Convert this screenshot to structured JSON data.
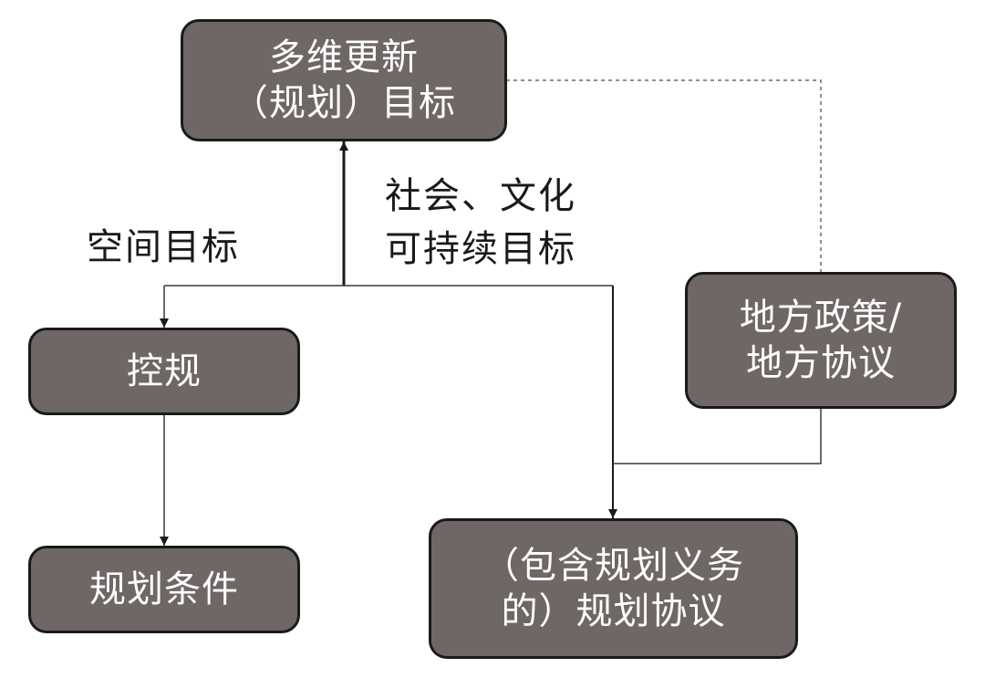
{
  "diagram": {
    "nodes": {
      "goal": {
        "lines": [
          "多维更新",
          "（规划）目标"
        ]
      },
      "control": {
        "lines": [
          "控规"
        ]
      },
      "conditions": {
        "lines": [
          "规划条件"
        ]
      },
      "agreement": {
        "lines": [
          "（包含规划义务",
          "的）规划协议"
        ]
      },
      "local_policy": {
        "lines": [
          "地方政策/",
          "地方协议"
        ]
      }
    },
    "edge_labels": {
      "spatial": "空间目标",
      "social": [
        "社会、文化",
        "可持续目标"
      ]
    },
    "colors": {
      "box_fill": "#6e6766",
      "box_border": "#1a1a1a",
      "box_text": "#ffffff",
      "line": "#3a3a3a",
      "dashed": "#6a6a6a"
    }
  }
}
